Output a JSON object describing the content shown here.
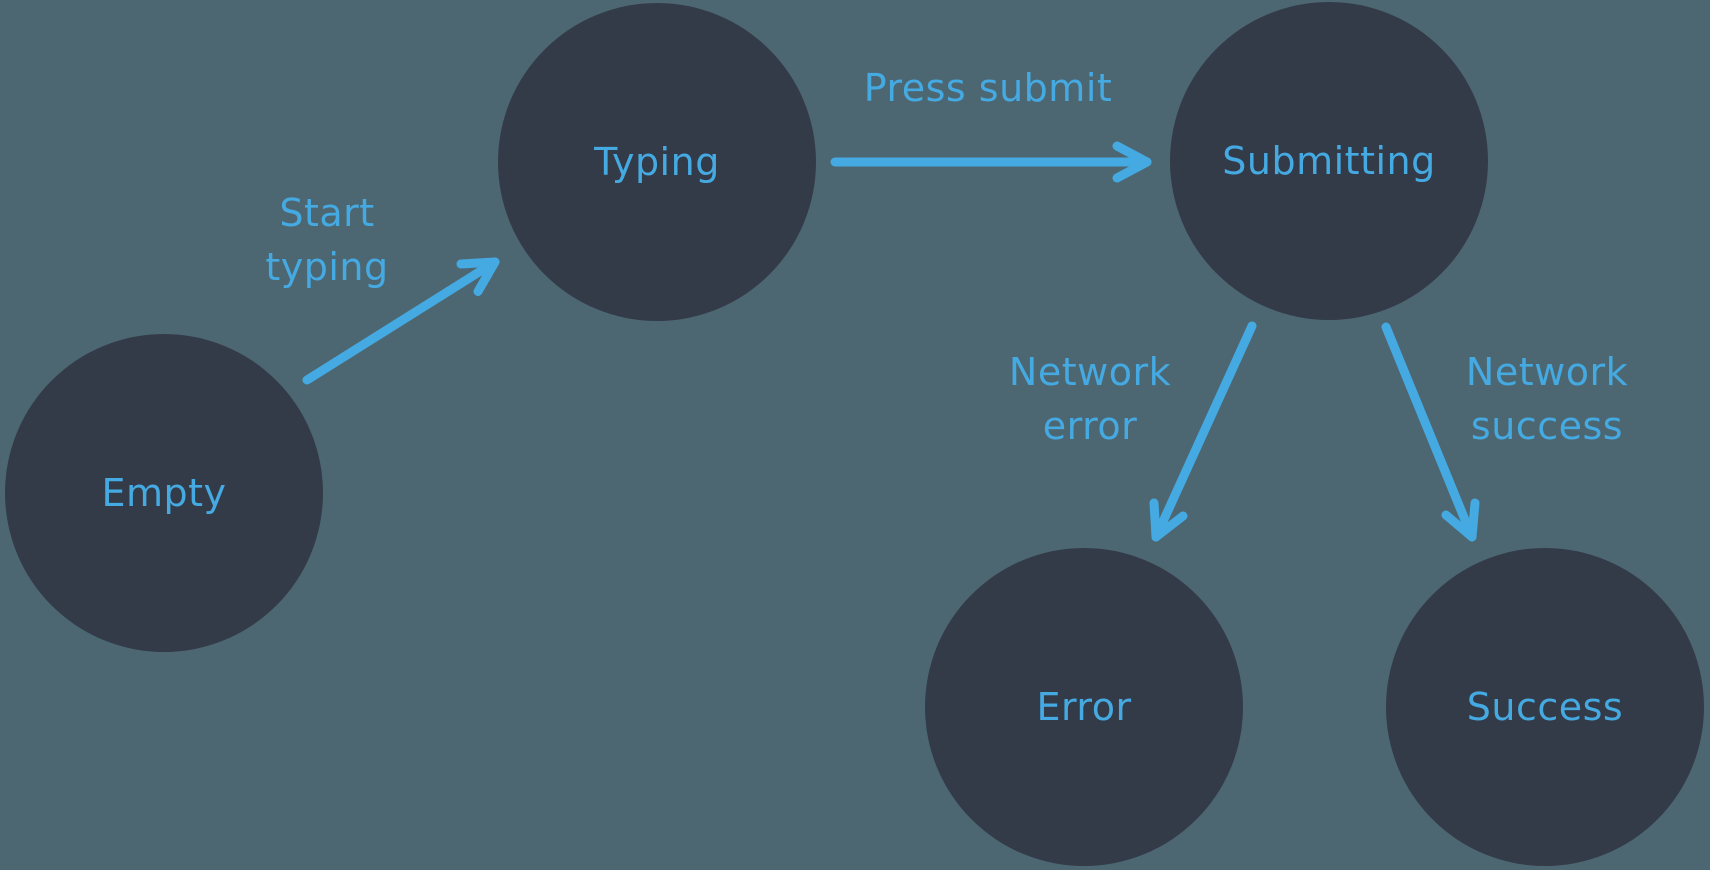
{
  "colors": {
    "background": "#4C6772",
    "node_fill": "#333B48",
    "accent_blue": "#45A9E2"
  },
  "diagram_type": "state-machine",
  "nodes": [
    {
      "id": "empty",
      "label": "Empty"
    },
    {
      "id": "typing",
      "label": "Typing"
    },
    {
      "id": "submitting",
      "label": "Submitting"
    },
    {
      "id": "error",
      "label": "Error"
    },
    {
      "id": "success",
      "label": "Success"
    }
  ],
  "transitions": [
    {
      "id": "start-typing",
      "from": "empty",
      "to": "typing",
      "label_lines": [
        "Start",
        "typing"
      ]
    },
    {
      "id": "press-submit",
      "from": "typing",
      "to": "submitting",
      "label_lines": [
        "Press submit"
      ]
    },
    {
      "id": "network-error",
      "from": "submitting",
      "to": "error",
      "label_lines": [
        "Network",
        "error"
      ]
    },
    {
      "id": "network-success",
      "from": "submitting",
      "to": "success",
      "label_lines": [
        "Network",
        "success"
      ]
    }
  ]
}
